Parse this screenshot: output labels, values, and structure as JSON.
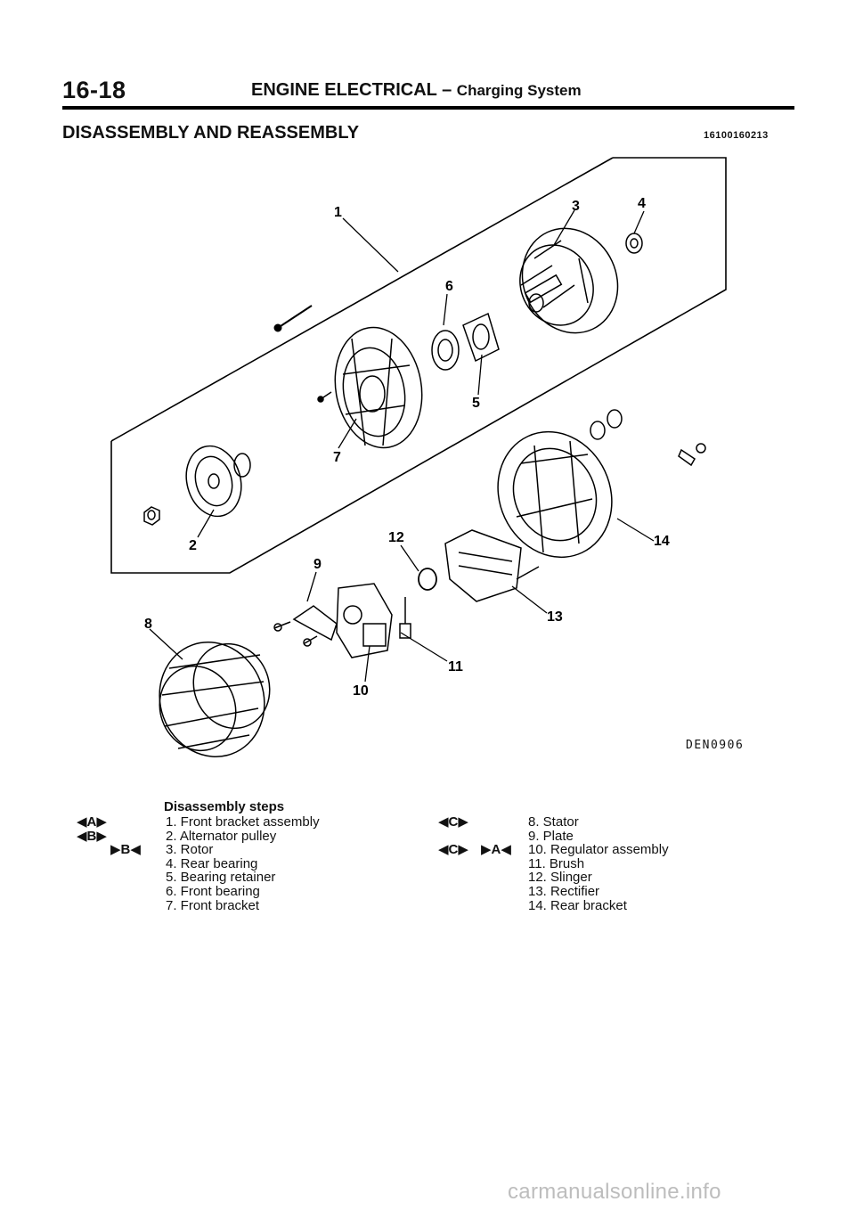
{
  "header": {
    "page_number": "16-18",
    "section": "ENGINE ELECTRICAL",
    "dash": "–",
    "subsection": "Charging System"
  },
  "procedure": {
    "title": "DISASSEMBLY AND REASSEMBLY",
    "code": "16100160213"
  },
  "figure": {
    "code": "DEN0906",
    "callouts": [
      "1",
      "2",
      "3",
      "4",
      "5",
      "6",
      "7",
      "8",
      "9",
      "10",
      "11",
      "12",
      "13",
      "14"
    ]
  },
  "steps": {
    "title": "Disassembly steps",
    "left": [
      "1. Front bracket assembly",
      "2. Alternator pulley",
      "3. Rotor",
      "4. Rear bearing",
      "5. Bearing retainer",
      "6. Front bearing",
      "7. Front bracket"
    ],
    "right": [
      "8. Stator",
      "9. Plate",
      "10. Regulator assembly",
      "11. Brush",
      "12. Slinger",
      "13. Rectifier",
      "14. Rear bracket"
    ],
    "marks_left": [
      {
        "pos1": "◀A▶",
        "pos2": ""
      },
      {
        "pos1": "◀B▶",
        "pos2": ""
      },
      {
        "pos1": "",
        "pos2": "▶B◀"
      }
    ],
    "marks_right": [
      {
        "pos1": "◀C▶",
        "pos2": ""
      },
      {
        "pos1": "",
        "pos2": ""
      },
      {
        "pos1": "◀C▶",
        "pos2": "▶A◀"
      }
    ]
  },
  "watermark": "carmanualsonline.info"
}
